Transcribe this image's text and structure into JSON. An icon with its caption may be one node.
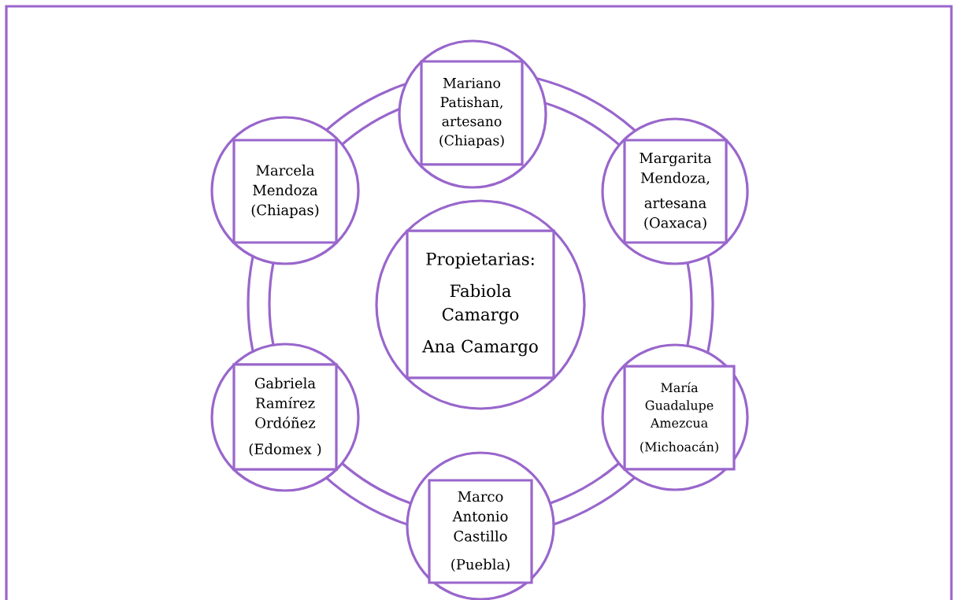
{
  "diagram": {
    "nodes": [
      {
        "text": [],
        "shape": "circle"
      },
      {
        "text": [
          "Mariano Patishan, artesano (Chiapas)"
        ],
        "in": 0
      },
      {
        "text": [],
        "shape": "circle"
      },
      {
        "text": [
          "Marcela Mendoza (Chiapas)"
        ],
        "in": 2
      },
      {
        "text": [],
        "shape": "circle"
      },
      {
        "text": [
          "Margarita Mendoza,",
          "artesana (Oaxaca)"
        ],
        "in": 4
      },
      {
        "text": [],
        "shape": "circle"
      },
      {
        "text": [
          "Propietarias:",
          "Fabiola Camargo",
          "Ana Camargo"
        ],
        "in": 6
      },
      {
        "text": [],
        "shape": "circle"
      },
      {
        "text": [
          "Gabriela Ramírez Ordóñez",
          "(Edomex )"
        ],
        "in": 8
      },
      {
        "text": [],
        "shape": "circle"
      },
      {
        "text": [
          "María Guadalupe Amezcua",
          "(Michoacán)"
        ],
        "in": 10
      },
      {
        "text": [],
        "shape": "circle"
      },
      {
        "text": [
          "Marco Antonio Castillo",
          "(Puebla)"
        ],
        "in": 12
      }
    ]
  }
}
